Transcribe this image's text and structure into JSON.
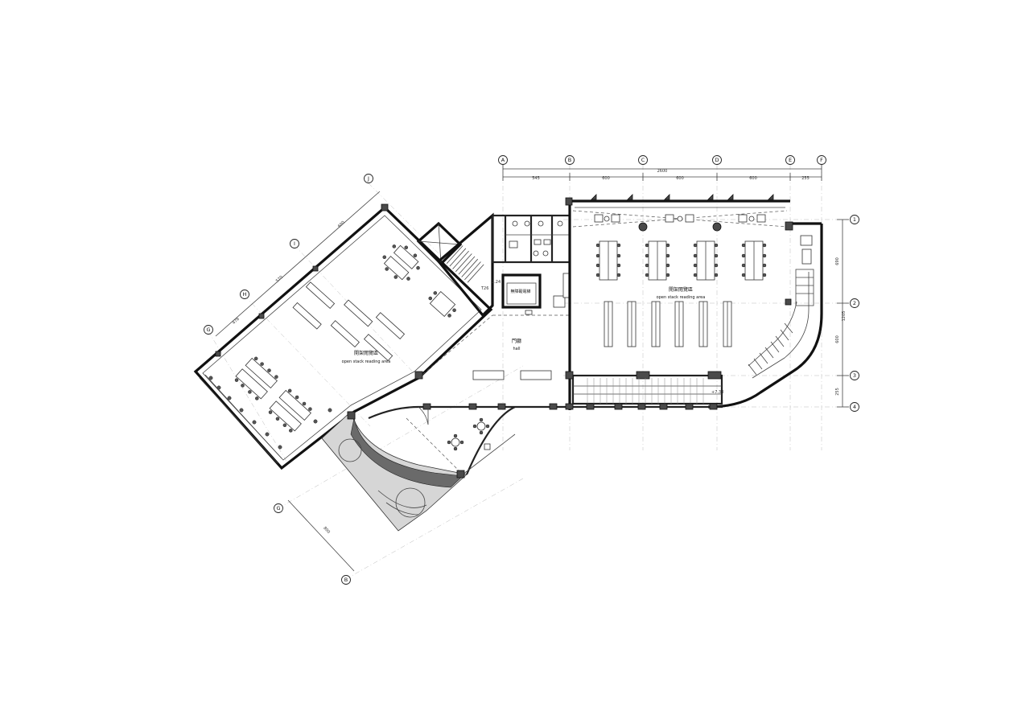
{
  "axes_top": [
    "A",
    "B",
    "C",
    "D",
    "E",
    "F"
  ],
  "axes_right": [
    "1",
    "2",
    "3",
    "4"
  ],
  "axes_left_diag": [
    "J",
    "I",
    "H",
    "G"
  ],
  "axes_bottom_diag": [
    "G",
    "B"
  ],
  "dimensions_top": {
    "total": "2600",
    "segments": [
      "545",
      "600",
      "600",
      "600",
      "255"
    ]
  },
  "dimensions_right": [
    "690",
    "1205",
    "600",
    "255"
  ],
  "dimensions_left_diag": [
    "600",
    "570",
    "478"
  ],
  "dimension_bottom_diag": "800",
  "rooms": {
    "east_reading_cn": "開架閱覽區",
    "east_reading_en": "open stack reading area",
    "west_reading_cn": "開架閱覽區",
    "west_reading_en": "open stack reading area",
    "hall_cn": "門廳",
    "hall_en": "hall",
    "elevator_room": "無障礙電梯"
  },
  "stair_labels": {
    "level_1": "2.24",
    "level_2": "T26",
    "level_3": "+7.38"
  }
}
